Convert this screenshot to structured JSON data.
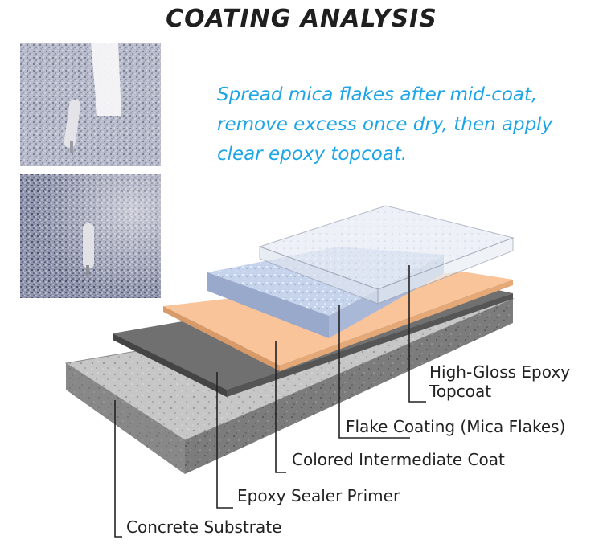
{
  "title": "COATING ANALYSIS",
  "note": {
    "lines": [
      "Spread mica flakes after mid-coat,",
      "remove excess once dry, then apply",
      " clear epoxy topcoat."
    ]
  },
  "layers": {
    "topcoat": {
      "label_line1": "High-Gloss Epoxy",
      "label_line2": "Topcoat"
    },
    "flake": {
      "label": "Flake Coating (Mica Flakes)"
    },
    "intermediate": {
      "label": "Colored Intermediate Coat"
    },
    "primer": {
      "label": "Epoxy Sealer Primer"
    },
    "substrate": {
      "label": "Concrete Substrate"
    }
  },
  "colors": {
    "title": "#1f1f1f",
    "note": "#1ea5e6",
    "concrete": "#c4c4c4",
    "primer": "#6e6e6e",
    "intermediate": "#f9c49a",
    "flake": "#c9d6ec",
    "topcoat": "#eef2f7"
  }
}
